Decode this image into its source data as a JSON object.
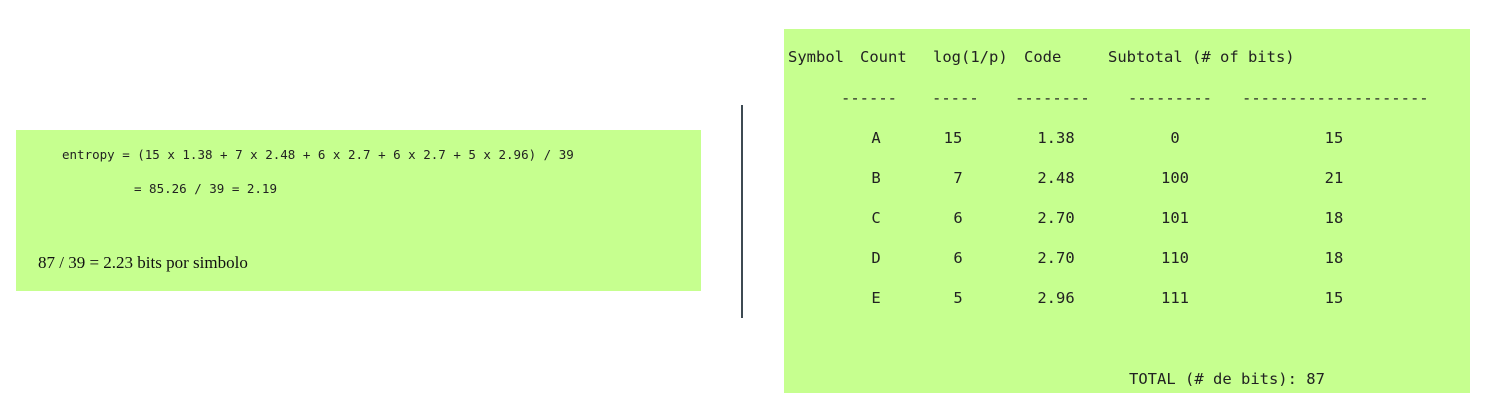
{
  "left_panel": {
    "formula_line1": "entropy = (15 x 1.38 + 7 x 2.48 + 6 x 2.7 + 6 x 2.7 + 5 x 2.96) / 39",
    "formula_line2": "= 85.26 / 39 = 2.19",
    "result": "87 / 39 = 2.23 bits por simbolo"
  },
  "table": {
    "headers": [
      "Symbol",
      "Count",
      "log(1/p)",
      "Code",
      "Subtotal (# of bits)"
    ],
    "separators": [
      "------",
      "-----",
      "--------",
      "---------",
      "--------------------"
    ],
    "rows": [
      {
        "symbol": "A",
        "count": "15",
        "log": "1.38",
        "code": "0",
        "subtotal": "15"
      },
      {
        "symbol": "B",
        "count": "7",
        "log": "2.48",
        "code": "100",
        "subtotal": "21"
      },
      {
        "symbol": "C",
        "count": "6",
        "log": "2.70",
        "code": "101",
        "subtotal": "18"
      },
      {
        "symbol": "D",
        "count": "6",
        "log": "2.70",
        "code": "110",
        "subtotal": "18"
      },
      {
        "symbol": "E",
        "count": "5",
        "log": "2.96",
        "code": "111",
        "subtotal": "15"
      }
    ],
    "total": "TOTAL (# de bits): 87"
  },
  "colors": {
    "panel_background": "#c6ff8f",
    "divider": "#3d4a52"
  }
}
